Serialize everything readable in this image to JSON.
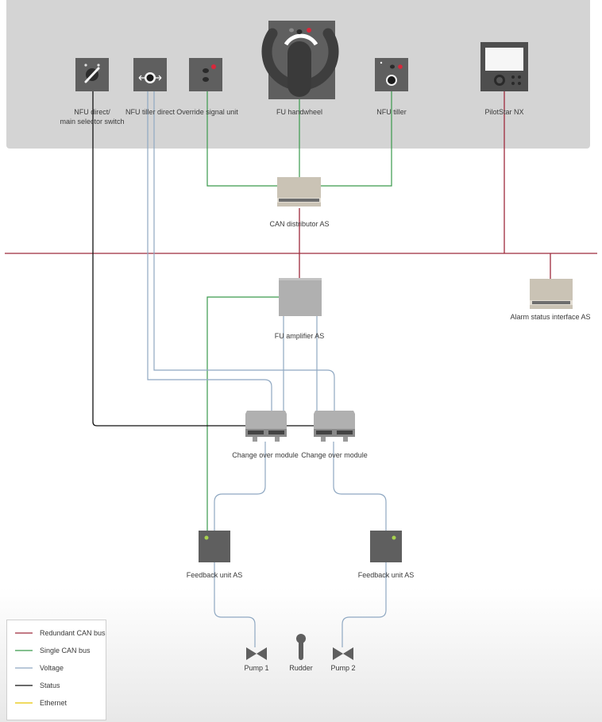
{
  "colors": {
    "redundant_can": "#9e2a3c",
    "single_can": "#3a9a4c",
    "voltage": "#8fa8c2",
    "status": "#111111",
    "ethernet": "#e8c400",
    "panel": "#d4d4d4",
    "device": "#5f5f5f",
    "module": "#b0b0b0"
  },
  "labels": {
    "nfu_direct_line1": "NFU direct/",
    "nfu_direct_line2": "main selector switch",
    "nfu_tiller_direct": "NFU tiller direct",
    "override_signal_unit": "Override signal unit",
    "fu_handwheel": "FU handwheel",
    "nfu_tiller": "NFU tiller",
    "pilotstar_nx": "PilotStar NX",
    "can_distributor": "CAN distributor AS",
    "fu_amplifier": "FU amplifier AS",
    "alarm_status_interface": "Alarm status interface AS",
    "change_over_module_1": "Change over module",
    "change_over_module_2": "Change over module",
    "feedback_unit_1": "Feedback unit AS",
    "feedback_unit_2": "Feedback unit AS",
    "pump_1": "Pump 1",
    "rudder": "Rudder",
    "pump_2": "Pump 2"
  },
  "legend": [
    {
      "label": "Redundant CAN bus",
      "icon": "red-line"
    },
    {
      "label": "Single CAN bus",
      "icon": "green-line"
    },
    {
      "label": "Voltage",
      "icon": "blue-grey-line"
    },
    {
      "label": "Status",
      "icon": "black-line"
    },
    {
      "label": "Ethernet",
      "icon": "yellow-line"
    }
  ]
}
